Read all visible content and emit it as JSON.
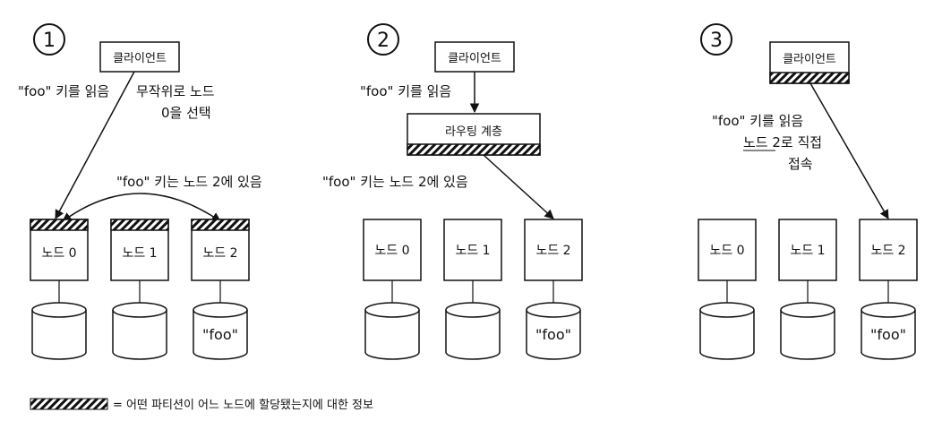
{
  "panels": [
    {
      "number": "1",
      "client_label": "클라이언트",
      "read_label": "\"foo\" 키를 읽음",
      "side_note_lines": [
        "무작위로 노드",
        "0을 선택"
      ],
      "forward_label": "\"foo\" 키는 노드 2에 있음",
      "nodes": [
        "노드 0",
        "노드 1",
        "노드 2"
      ],
      "disk_values": [
        "",
        "",
        "\"foo\""
      ]
    },
    {
      "number": "2",
      "client_label": "클라이언트",
      "read_label": "\"foo\" 키를 읽음",
      "routing_label": "라우팅 계층",
      "forward_label": "\"foo\" 키는 노드 2에 있음",
      "nodes": [
        "노드 0",
        "노드 1",
        "노드 2"
      ],
      "disk_values": [
        "",
        "",
        "\"foo\""
      ]
    },
    {
      "number": "3",
      "client_label": "클라이언트",
      "read_lines": [
        "\"foo\" 키를 읽음",
        "노드 2로 직접",
        "접속"
      ],
      "nodes": [
        "노드 0",
        "노드 1",
        "노드 2"
      ],
      "disk_values": [
        "",
        "",
        "\"foo\""
      ]
    }
  ],
  "legend": {
    "text": "= 어떤 파티션이 어느 노드에 할당됐는지에 대한 정보"
  }
}
